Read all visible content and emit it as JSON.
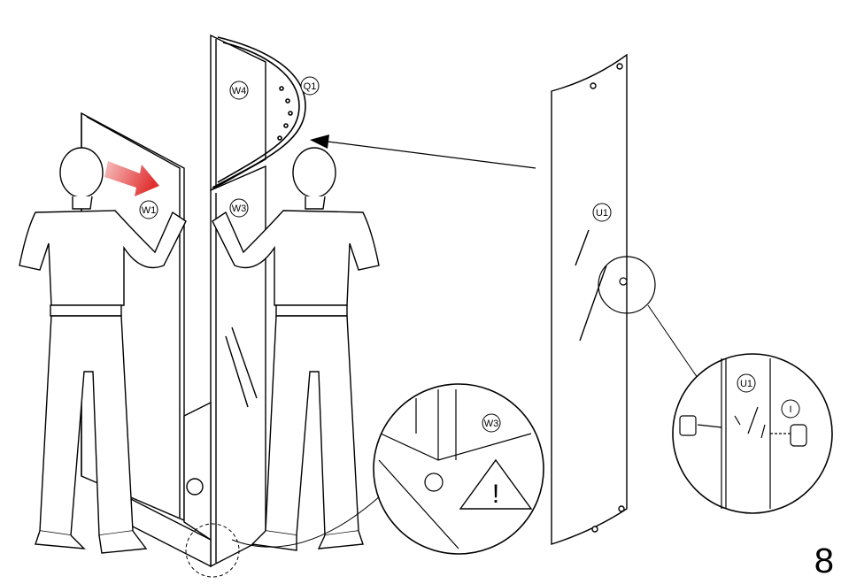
{
  "step": {
    "number": "8"
  },
  "parts": {
    "w1": "W1",
    "w3": "W3",
    "w4": "W4",
    "q1": "Q1",
    "u1": "U1",
    "u1_detail": "U1",
    "i": "I",
    "w3_detail": "W3"
  },
  "warning": {
    "symbol": "!"
  },
  "colors": {
    "arrow_red": "#e03030",
    "line": "#000000"
  }
}
